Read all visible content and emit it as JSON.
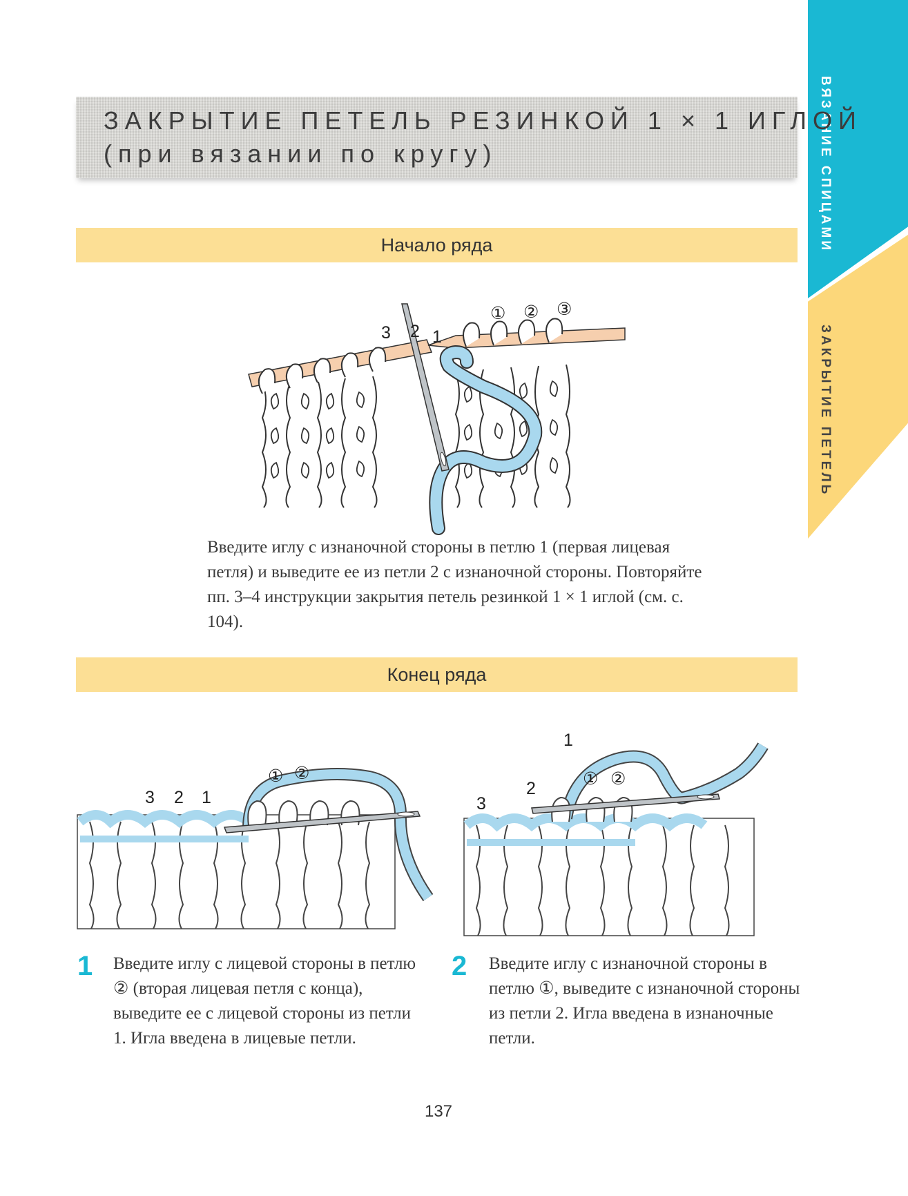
{
  "title": {
    "line1": "ЗАКРЫТИЕ ПЕТЕЛЬ РЕЗИНКОЙ 1 × 1 ИГЛОЙ",
    "line2": "(при вязании по кругу)"
  },
  "side_tabs": {
    "tab1": "ВЯЗАНИЕ СПИЦАМИ",
    "tab2": "ЗАКРЫТИЕ ПЕТЕЛЬ"
  },
  "section1": {
    "heading": "Начало ряда",
    "labels": [
      "3",
      "2",
      "1",
      "①",
      "②",
      "③"
    ],
    "text": "Введите иглу с изнаночной стороны в петлю 1 (первая лицевая петля) и выведите ее из петли 2 с изнаночной стороны. Повторяйте пп. 3–4 инструкции закрытия петель резинкой 1 × 1 иглой (см. с. 104)."
  },
  "section2": {
    "heading": "Конец ряда",
    "step1": {
      "number": "1",
      "labels": [
        "3",
        "2",
        "1",
        "①",
        "②"
      ],
      "text": "Введите иглу с лицевой стороны в петлю ② (вторая лицевая петля с конца), выведите ее с лицевой стороны из петли 1. Игла введена в лицевые петли."
    },
    "step2": {
      "number": "2",
      "labels": [
        "1",
        "2",
        "3",
        "①",
        "②"
      ],
      "text": "Введите иглу с изнаночной стороны в петлю ①, выведите с изнаночной стороны из петли 2. Игла введена в изнаночные петли."
    }
  },
  "page_number": "137",
  "colors": {
    "teal": "#1ab8d3",
    "yellow_band": "#fcdf95",
    "yarn_blue": "#a9d8ee",
    "needle_peach": "#f6cfae"
  }
}
